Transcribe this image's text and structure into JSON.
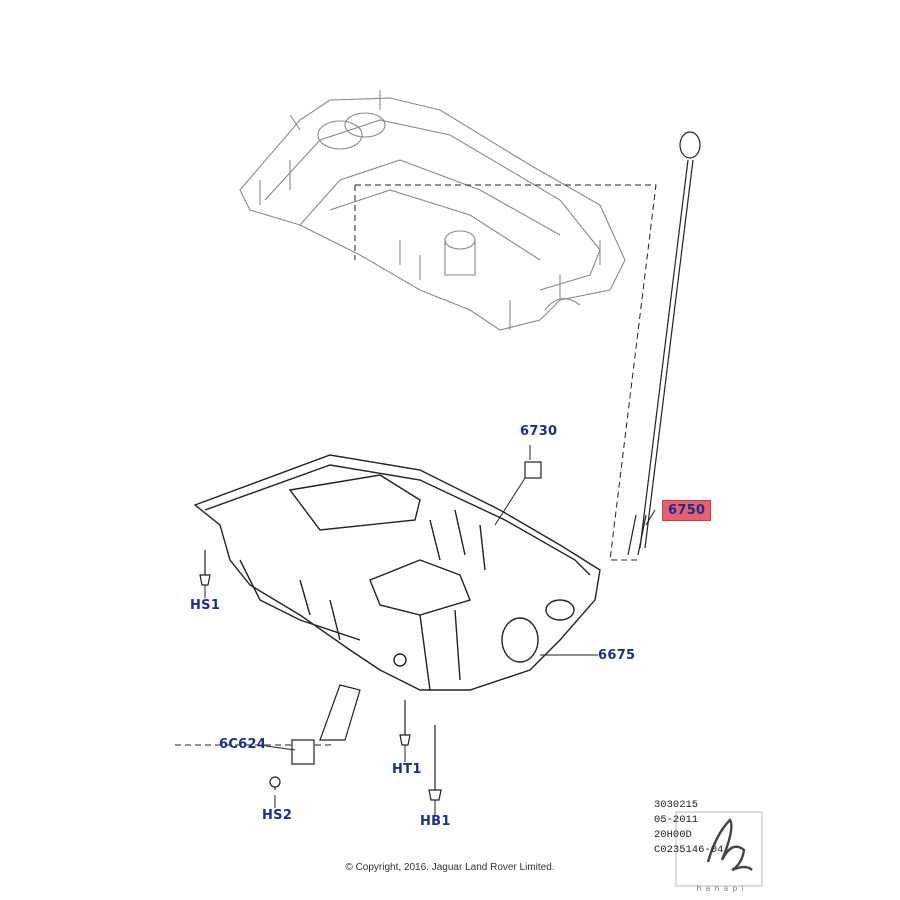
{
  "callouts": {
    "c6730": "6730",
    "c6750": "6750",
    "c6675": "6675",
    "cHS1": "HS1",
    "c6C624": "6C624",
    "cHT1": "HT1",
    "cHS2": "HS2",
    "cHB1": "HB1"
  },
  "highlighted_callout": "6750",
  "meta": {
    "line1": "3030215",
    "line2": "05-2011",
    "line3": "20H00D",
    "line4": "C0235146-04"
  },
  "copyright": "© Copyright, 2016. Jaguar Land Rover Limited.",
  "watermark": "hanapi",
  "colors": {
    "callout_text": "#1a2f8c",
    "highlight": "#e8606e",
    "line": "#1a1a1a"
  }
}
